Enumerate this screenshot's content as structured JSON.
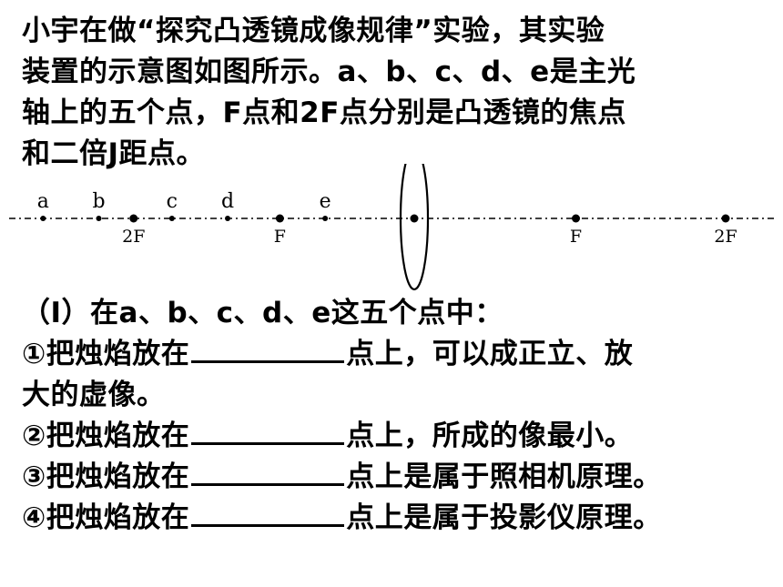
{
  "intro": {
    "lines": [
      "小宇在做“探究凸透镜成像规律”实验，其实验",
      "装置的示意图如图所示。a、b、c、d、e是主光",
      "轴上的五个点，F点和2F点分别是凸透镜的焦点",
      "和二倍J距点。"
    ]
  },
  "diagram": {
    "points_above": [
      {
        "label": "a",
        "pos": 0.02
      },
      {
        "label": "b",
        "pos": 0.1
      },
      {
        "label": "c",
        "pos": 0.205
      },
      {
        "label": "d",
        "pos": 0.285
      },
      {
        "label": "e",
        "pos": 0.425
      }
    ],
    "points_below": [
      {
        "label": "2F",
        "pos": 0.15
      },
      {
        "label": "F",
        "pos": 0.36
      },
      {
        "label": "F",
        "pos": 0.785
      },
      {
        "label": "2F",
        "pos": 1.0
      }
    ]
  },
  "questions": {
    "header": "（I）在a、b、c、d、e这五个点中：",
    "items": [
      {
        "prefix": "①把烛焰放在",
        "suffix": "点上，可以成正立、放"
      },
      {
        "continuation": "大的虚像。"
      },
      {
        "prefix": "②把烛焰放在",
        "suffix": "点上，所成的像最小。"
      },
      {
        "prefix": "③把烛焰放在",
        "suffix": "点上是属于照相机原理。"
      },
      {
        "prefix": "④把烛焰放在",
        "suffix": "点上是属于投影仪原理。"
      }
    ]
  }
}
